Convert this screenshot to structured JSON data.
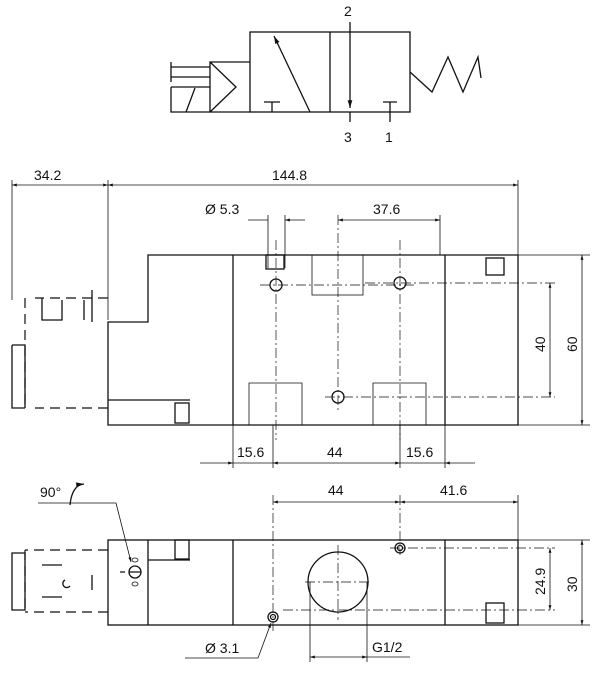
{
  "symbol": {
    "port_2": "2",
    "port_3": "3",
    "port_1": "1"
  },
  "side_view": {
    "dim_connector": "34.2",
    "dim_length": "144.8",
    "dim_hole_dia": "Ø 5.3",
    "dim_hole_spacing_top": "37.6",
    "dim_height_inner": "40",
    "dim_height": "60",
    "dim_bottom_left": "15.6",
    "dim_bottom_mid": "44",
    "dim_bottom_right": "15.6"
  },
  "top_view": {
    "rotation_label": "90°",
    "dim_spacing": "44",
    "dim_right": "41.6",
    "dim_width_inner": "24.9",
    "dim_width": "30",
    "dim_hole_dia": "Ø 3.1",
    "dim_port_thread": "G1/2"
  }
}
